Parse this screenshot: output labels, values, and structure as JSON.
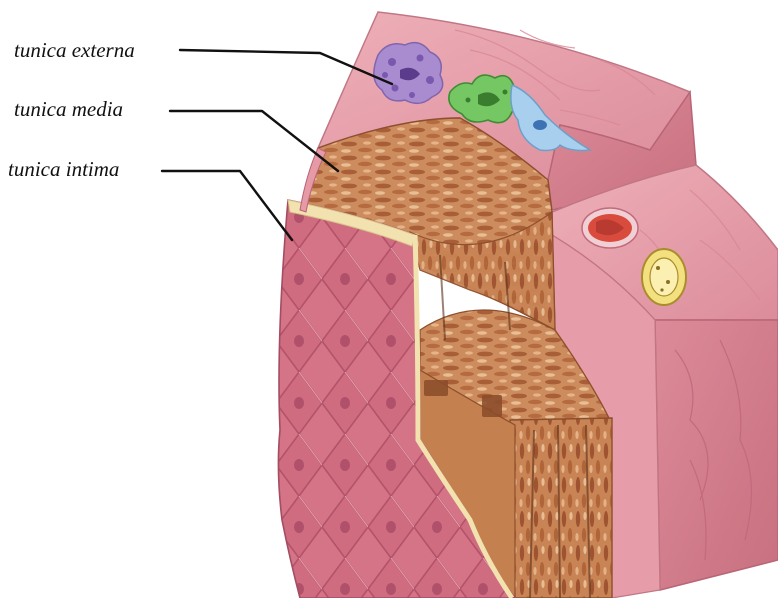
{
  "labels": {
    "tunica_externa": "tunica externa",
    "tunica_media": "tunica media",
    "tunica_intima": "tunica intima"
  },
  "colors": {
    "externa_top": "#e59aa6",
    "externa_side": "#cf7b8b",
    "media_face": "#c98a5c",
    "media_dark": "#a8643d",
    "intima_front": "#d6788a",
    "intima_cell": "#bf5c73",
    "leader_line": "#111111",
    "inner_lining": "#f2e2b0"
  },
  "cells": [
    {
      "name": "mast-cell",
      "color": "#9a7ac7"
    },
    {
      "name": "macrophage",
      "color": "#66bf55"
    },
    {
      "name": "fibroblast",
      "color": "#9fc8e8"
    },
    {
      "name": "red-blood-cell-in-vessel",
      "color": "#d94d3d"
    },
    {
      "name": "nerve-fiber",
      "color": "#eedb6e"
    }
  ]
}
